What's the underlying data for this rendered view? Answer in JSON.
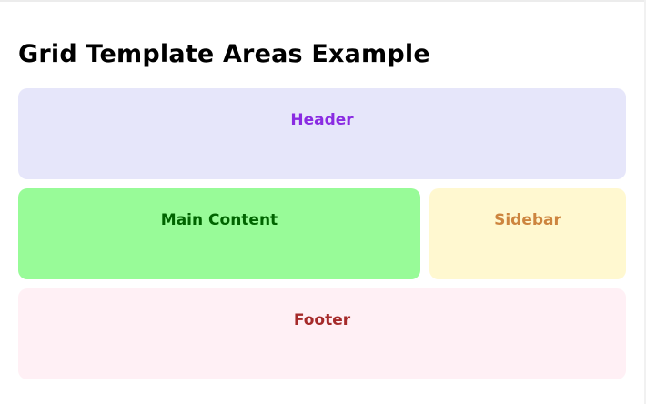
{
  "page": {
    "title": "Grid Template Areas Example"
  },
  "grid": {
    "header": {
      "label": "Header",
      "bg": "#e6e6fa",
      "color": "#8a2be2"
    },
    "main": {
      "label": "Main Content",
      "bg": "#98fb98",
      "color": "#006400"
    },
    "sidebar": {
      "label": "Sidebar",
      "bg": "#fff8d0",
      "color": "#cd853f"
    },
    "footer": {
      "label": "Footer",
      "bg": "#fff0f5",
      "color": "#a52a2a"
    }
  }
}
